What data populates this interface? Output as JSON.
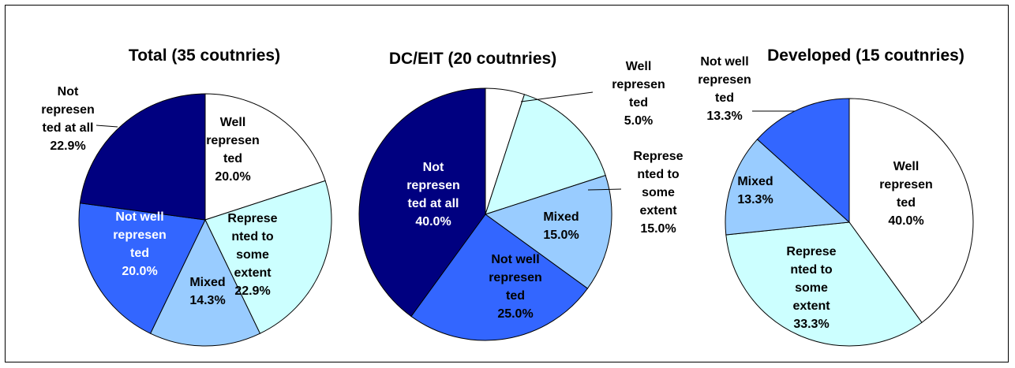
{
  "colors": {
    "well": "#ffffff",
    "some_extent": "#ccffff",
    "mixed": "#99ccff",
    "not_well": "#3366ff",
    "not_at_all": "#000080",
    "stroke": "#000000"
  },
  "chart_data": [
    {
      "type": "pie",
      "title": "Total (35 coutnries)",
      "slices": [
        {
          "name": "Well represen ted",
          "value": 20.0,
          "label": [
            "Well",
            "represen",
            "ted",
            "20.0%"
          ]
        },
        {
          "name": "Represe nted to some extent",
          "value": 22.9,
          "label": [
            "Represe",
            "nted to",
            "some",
            "extent",
            "22.9%"
          ]
        },
        {
          "name": "Mixed",
          "value": 14.3,
          "label": [
            "Mixed",
            "14.3%"
          ]
        },
        {
          "name": "Not well represen ted",
          "value": 20.0,
          "label": [
            "Not well",
            "represen",
            "ted",
            "20.0%"
          ]
        },
        {
          "name": "Not represen ted at all",
          "value": 22.9,
          "label": [
            "Not",
            "represen",
            "ted at all",
            "22.9%"
          ]
        }
      ]
    },
    {
      "type": "pie",
      "title": "DC/EIT (20 coutnries)",
      "slices": [
        {
          "name": "Well represen ted",
          "value": 5.0,
          "label": [
            "Well",
            "represen",
            "ted",
            "5.0%"
          ]
        },
        {
          "name": "Represe nted to some extent",
          "value": 15.0,
          "label": [
            "Represe",
            "nted to",
            "some",
            "extent",
            "15.0%"
          ]
        },
        {
          "name": "Mixed",
          "value": 15.0,
          "label": [
            "Mixed",
            "15.0%"
          ]
        },
        {
          "name": "Not well represen ted",
          "value": 25.0,
          "label": [
            "Not well",
            "represen",
            "ted",
            "25.0%"
          ]
        },
        {
          "name": "Not represen ted at all",
          "value": 40.0,
          "label": [
            "Not",
            "represen",
            "ted at all",
            "40.0%"
          ]
        }
      ]
    },
    {
      "type": "pie",
      "title": "Developed (15 coutnries)",
      "slices": [
        {
          "name": "Well represen ted",
          "value": 40.0,
          "label": [
            "Well",
            "represen",
            "ted",
            "40.0%"
          ]
        },
        {
          "name": "Represe nted to some extent",
          "value": 33.3,
          "label": [
            "Represe",
            "nted to",
            "some",
            "extent",
            "33.3%"
          ]
        },
        {
          "name": "Mixed",
          "value": 13.3,
          "label": [
            "Mixed",
            "13.3%"
          ]
        },
        {
          "name": "Not well represen ted",
          "value": 13.3,
          "label": [
            "Not well",
            "represen",
            "ted",
            "13.3%"
          ]
        }
      ]
    }
  ]
}
